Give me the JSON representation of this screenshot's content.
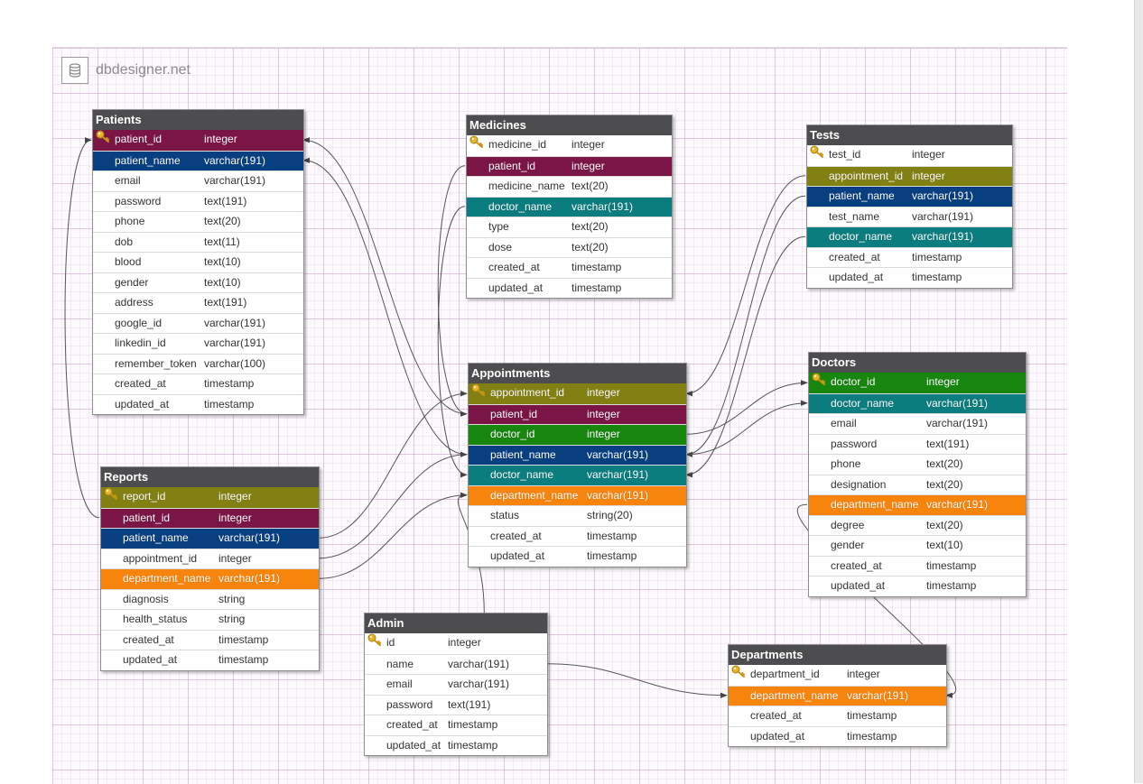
{
  "brand": {
    "logo_text": "dbdesigner.net",
    "logo_icon": "database-icon"
  },
  "tables": {
    "patients": {
      "title": "Patients",
      "rows": [
        {
          "name": "patient_id",
          "type": "integer",
          "color": "#7b1545",
          "pk": true
        },
        {
          "name": "patient_name",
          "type": "varchar(191)",
          "color": "#073f80"
        },
        {
          "name": "email",
          "type": "varchar(191)"
        },
        {
          "name": "password",
          "type": "text(191)"
        },
        {
          "name": "phone",
          "type": "text(20)"
        },
        {
          "name": "dob",
          "type": "text(11)"
        },
        {
          "name": "blood",
          "type": "text(10)"
        },
        {
          "name": "gender",
          "type": "text(10)"
        },
        {
          "name": "address",
          "type": "text(191)"
        },
        {
          "name": "google_id",
          "type": "varchar(191)"
        },
        {
          "name": "linkedin_id",
          "type": "varchar(191)"
        },
        {
          "name": "remember_token",
          "type": "varchar(100)"
        },
        {
          "name": "created_at",
          "type": "timestamp"
        },
        {
          "name": "updated_at",
          "type": "timestamp"
        }
      ]
    },
    "medicines": {
      "title": "Medicines",
      "rows": [
        {
          "name": "medicine_id",
          "type": "integer",
          "pk": true
        },
        {
          "name": "patient_id",
          "type": "integer",
          "color": "#7b1545"
        },
        {
          "name": "medicine_name",
          "type": "text(20)"
        },
        {
          "name": "doctor_name",
          "type": "varchar(191)",
          "color": "#0b7d7e"
        },
        {
          "name": "type",
          "type": "text(20)"
        },
        {
          "name": "dose",
          "type": "text(20)"
        },
        {
          "name": "created_at",
          "type": "timestamp"
        },
        {
          "name": "updated_at",
          "type": "timestamp"
        }
      ]
    },
    "tests": {
      "title": "Tests",
      "rows": [
        {
          "name": "test_id",
          "type": "integer",
          "pk": true
        },
        {
          "name": "appointment_id",
          "type": "integer",
          "color": "#828013"
        },
        {
          "name": "patient_name",
          "type": "varchar(191)",
          "color": "#073f80"
        },
        {
          "name": "test_name",
          "type": "varchar(191)"
        },
        {
          "name": "doctor_name",
          "type": "varchar(191)",
          "color": "#0b7d7e"
        },
        {
          "name": "created_at",
          "type": "timestamp"
        },
        {
          "name": "updated_at",
          "type": "timestamp"
        }
      ]
    },
    "appointments": {
      "title": "Appointments",
      "rows": [
        {
          "name": "appointment_id",
          "type": "integer",
          "color": "#828013",
          "pk": true
        },
        {
          "name": "patient_id",
          "type": "integer",
          "color": "#7b1545"
        },
        {
          "name": "doctor_id",
          "type": "integer",
          "color": "#17860f"
        },
        {
          "name": "patient_name",
          "type": "varchar(191)",
          "color": "#073f80"
        },
        {
          "name": "doctor_name",
          "type": "varchar(191)",
          "color": "#0b7d7e"
        },
        {
          "name": "department_name",
          "type": "varchar(191)",
          "color": "#f7840d"
        },
        {
          "name": "status",
          "type": "string(20)"
        },
        {
          "name": "created_at",
          "type": "timestamp"
        },
        {
          "name": "updated_at",
          "type": "timestamp"
        }
      ]
    },
    "doctors": {
      "title": "Doctors",
      "rows": [
        {
          "name": "doctor_id",
          "type": "integer",
          "color": "#17860f",
          "pk": true
        },
        {
          "name": "doctor_name",
          "type": "varchar(191)",
          "color": "#0b7d7e"
        },
        {
          "name": "email",
          "type": "varchar(191)"
        },
        {
          "name": "password",
          "type": "text(191)"
        },
        {
          "name": "phone",
          "type": "text(20)"
        },
        {
          "name": "designation",
          "type": "text(20)"
        },
        {
          "name": "department_name",
          "type": "varchar(191)",
          "color": "#f7840d"
        },
        {
          "name": "degree",
          "type": "text(20)"
        },
        {
          "name": "gender",
          "type": "text(10)"
        },
        {
          "name": "created_at",
          "type": "timestamp"
        },
        {
          "name": "updated_at",
          "type": "timestamp"
        }
      ]
    },
    "reports": {
      "title": "Reports",
      "rows": [
        {
          "name": "report_id",
          "type": "integer",
          "color": "#828013",
          "pk": true
        },
        {
          "name": "patient_id",
          "type": "integer",
          "color": "#7b1545"
        },
        {
          "name": "patient_name",
          "type": "varchar(191)",
          "color": "#073f80"
        },
        {
          "name": "appointment_id",
          "type": "integer"
        },
        {
          "name": "department_name",
          "type": "varchar(191)",
          "color": "#f7840d"
        },
        {
          "name": "diagnosis",
          "type": "string"
        },
        {
          "name": "health_status",
          "type": "string"
        },
        {
          "name": "created_at",
          "type": "timestamp"
        },
        {
          "name": "updated_at",
          "type": "timestamp"
        }
      ]
    },
    "admin": {
      "title": "Admin",
      "rows": [
        {
          "name": "id",
          "type": "integer",
          "pk": true
        },
        {
          "name": "name",
          "type": "varchar(191)"
        },
        {
          "name": "email",
          "type": "varchar(191)"
        },
        {
          "name": "password",
          "type": "text(191)"
        },
        {
          "name": "created_at",
          "type": "timestamp"
        },
        {
          "name": "updated_at",
          "type": "timestamp"
        }
      ]
    },
    "departments": {
      "title": "Departments",
      "rows": [
        {
          "name": "department_id",
          "type": "integer",
          "pk": true
        },
        {
          "name": "department_name",
          "type": "varchar(191)",
          "color": "#f7840d"
        },
        {
          "name": "created_at",
          "type": "timestamp"
        },
        {
          "name": "updated_at",
          "type": "timestamp"
        }
      ]
    }
  },
  "relations": [
    {
      "from": "reports.patient_id",
      "to": "patients.patient_id"
    },
    {
      "from": "appointments.patient_id",
      "to": "patients.patient_id"
    },
    {
      "from": "appointments.patient_name",
      "to": "patients.patient_name"
    },
    {
      "from": "medicines.patient_id",
      "to": "appointments.patient_id"
    },
    {
      "from": "medicines.doctor_name",
      "to": "appointments.doctor_name"
    },
    {
      "from": "reports.patient_name",
      "to": "appointments.appointment_id"
    },
    {
      "from": "reports.appointment_id",
      "to": "appointments.patient_name"
    },
    {
      "from": "reports.department_name",
      "to": "appointments.department_name"
    },
    {
      "from": "admin.id",
      "to": "appointments.department_name"
    },
    {
      "from": "admin.name",
      "to": "departments.department_name"
    },
    {
      "from": "tests.appointment_id",
      "to": "appointments.appointment_id"
    },
    {
      "from": "tests.patient_name",
      "to": "appointments.patient_name"
    },
    {
      "from": "tests.doctor_name",
      "to": "appointments.doctor_name"
    },
    {
      "from": "appointments.doctor_id",
      "to": "doctors.doctor_id"
    },
    {
      "from": "appointments.patient_name",
      "to": "doctors.doctor_name"
    },
    {
      "from": "doctors.department_name",
      "to": "departments.department_name"
    }
  ]
}
